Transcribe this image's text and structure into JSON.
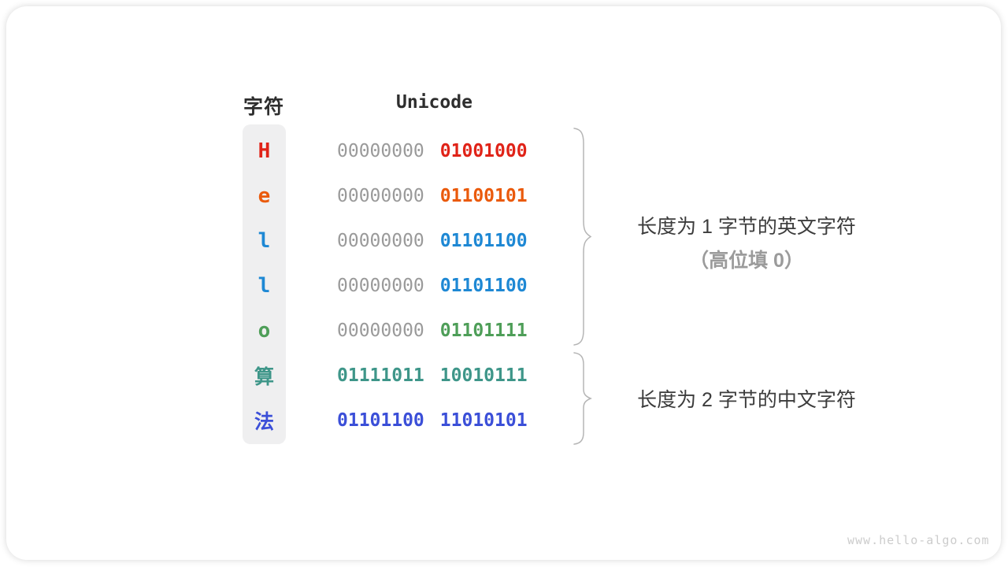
{
  "table": {
    "headers": {
      "char": "字符",
      "unicode": "Unicode"
    },
    "rows": [
      {
        "char": "H",
        "color": "#e02318",
        "high_byte": "00000000",
        "low_byte": "01001000",
        "high_gray": true
      },
      {
        "char": "e",
        "color": "#ea5a0c",
        "high_byte": "00000000",
        "low_byte": "01100101",
        "high_gray": true
      },
      {
        "char": "l",
        "color": "#1e88d4",
        "high_byte": "00000000",
        "low_byte": "01101100",
        "high_gray": true
      },
      {
        "char": "l",
        "color": "#1e88d4",
        "high_byte": "00000000",
        "low_byte": "01101100",
        "high_gray": true
      },
      {
        "char": "o",
        "color": "#4e9e58",
        "high_byte": "00000000",
        "low_byte": "01101111",
        "high_gray": true
      },
      {
        "char": "算",
        "color": "#3e9689",
        "high_byte": "01111011",
        "low_byte": "10010111",
        "high_gray": false
      },
      {
        "char": "法",
        "color": "#3b4fd8",
        "high_byte": "01101100",
        "low_byte": "11010101",
        "high_gray": false
      }
    ]
  },
  "annotations": {
    "group1_line1": "长度为 1 字节的英文字符",
    "group1_line2": "（高位填 0）",
    "group2_line1": "长度为 2 字节的中文字符"
  },
  "watermark": "www.hello-algo.com",
  "colors": {
    "binary_high_gray": "#9a9a9a",
    "header_text": "#2e2e2e",
    "note_text": "#3c3c3c",
    "note_sub_text": "#9b9b9b",
    "brace": "#b5b5b5",
    "char_column_bg": "#efeff0",
    "watermark": "#cccccc"
  }
}
